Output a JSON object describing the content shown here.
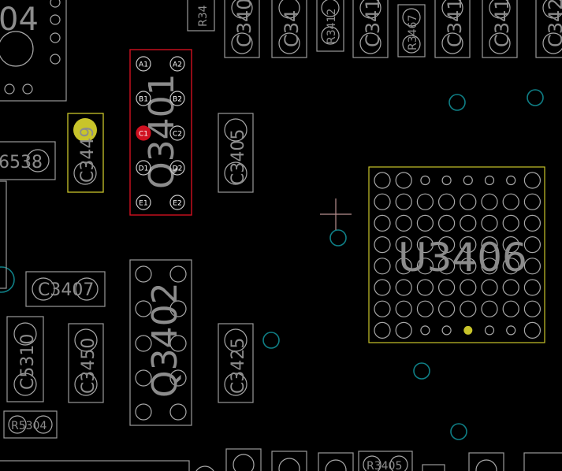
{
  "colors": {
    "background": "#000000",
    "outline": "#9a9a9a",
    "refdes": "#8c8c8c",
    "selected": "#d01020",
    "highlight": "#c8c42a",
    "via": "#0f7f86",
    "crosshair": "#b89090"
  },
  "refdes": {
    "q3401": "Q3401",
    "q3402": "Q3402",
    "u3406": "U3406",
    "c3405": "C3405",
    "c3407": "C3407",
    "c3449": "C3449",
    "c3450": "C3450",
    "c3425": "C3425",
    "c5310": "C5310",
    "r5304": "R5304",
    "r3405": "R3405",
    "r3467": "R3467",
    "r3412": "R3412",
    "partial_6538": "6538",
    "partial_04": "04",
    "top_c1": "C340",
    "top_c2": "C34",
    "top_c3": "C341",
    "top_c4": "C341",
    "top_c5": "C341",
    "top_c6": "C342",
    "top_r": "R34"
  },
  "q3401_pins": [
    "A1",
    "A2",
    "B1",
    "B2",
    "C1",
    "C2",
    "D1",
    "D2",
    "E1",
    "E2"
  ],
  "selected_pin": "C1"
}
